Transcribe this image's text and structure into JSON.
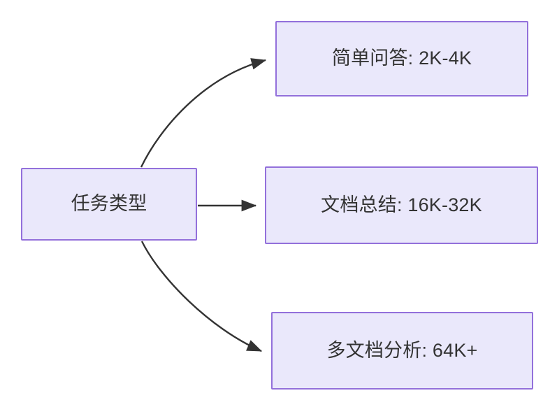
{
  "diagram": {
    "type": "flowchart",
    "direction": "left-to-right",
    "background": "#ffffff",
    "node_fill": "#eae8fb",
    "node_border": "#9370db",
    "text_color": "#333333",
    "edge_color": "#333333",
    "root": {
      "id": "task-type",
      "label": "任务类型"
    },
    "branches": [
      {
        "id": "simple-qa",
        "label": "简单问答: 2K-4K",
        "edge_style": "curved",
        "edge_label": ""
      },
      {
        "id": "doc-summary",
        "label": "文档总结: 16K-32K",
        "edge_style": "straight",
        "edge_label": ""
      },
      {
        "id": "multi-doc",
        "label": "多文档分析: 64K+",
        "edge_style": "curved",
        "edge_label": ""
      }
    ]
  }
}
